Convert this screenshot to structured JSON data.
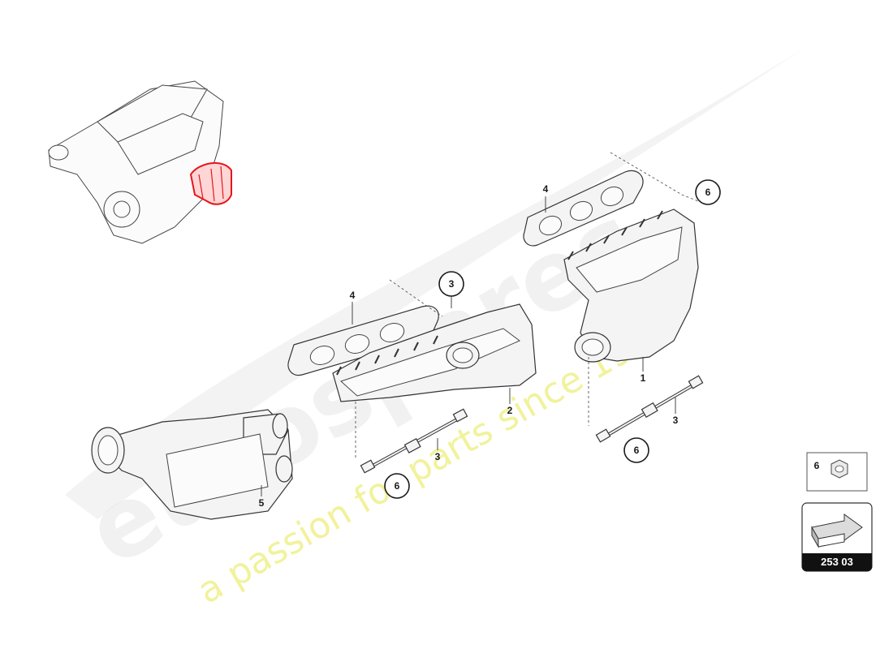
{
  "watermark": {
    "brand": "eurospares",
    "tagline": "a passion for parts since 1985"
  },
  "callouts": {
    "c1": "1",
    "c2": "2",
    "c3a": "3",
    "c3b": "3",
    "c3c": "3",
    "c4a": "4",
    "c4b": "4",
    "c5": "5",
    "c6a": "6",
    "c6b": "6",
    "c6c": "6"
  },
  "legend": {
    "item_number": "6",
    "page_ref": "253 03"
  },
  "colors": {
    "highlight": "#e8141b",
    "watermark_yellow": "#eef089"
  }
}
